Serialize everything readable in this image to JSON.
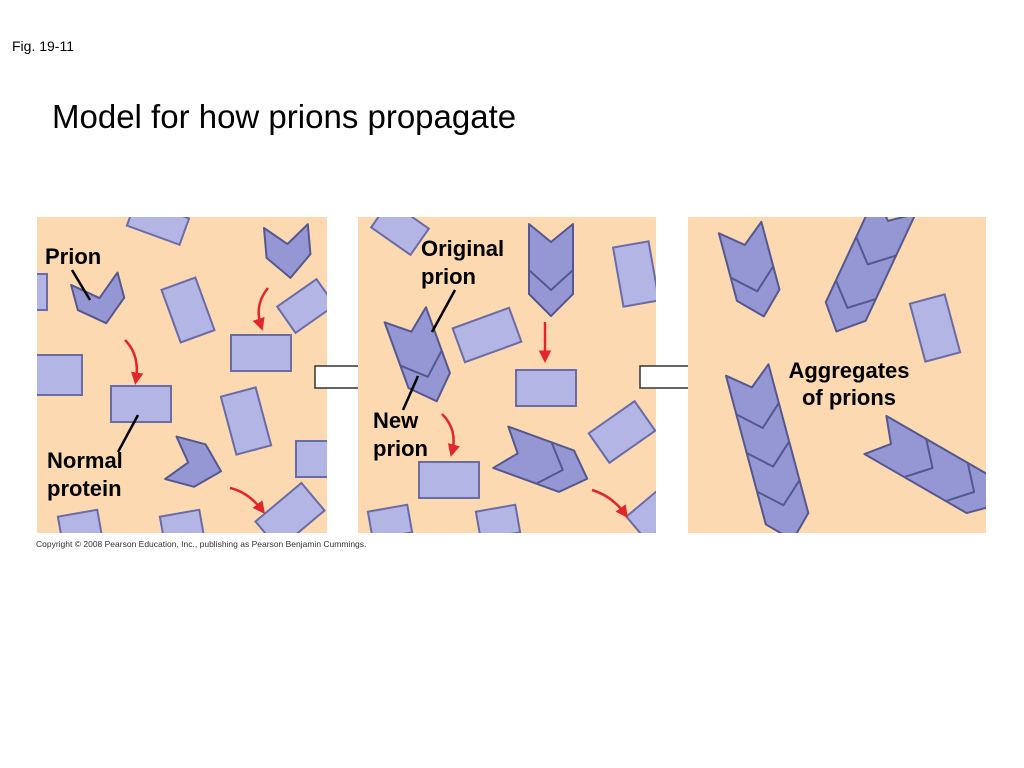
{
  "figure_label": "Fig. 19-11",
  "title": "Model for how prions propagate",
  "copyright": "Copyright © 2008 Pearson Education, Inc., publishing as Pearson Benjamin Cummings.",
  "labels": {
    "prion": "Prion",
    "normal_protein_line1": "Normal",
    "normal_protein_line2": "protein",
    "original_prion_line1": "Original",
    "original_prion_line2": "prion",
    "new_prion_line1": "New",
    "new_prion_line2": "prion",
    "aggregates_line1": "Aggregates",
    "aggregates_line2": "of prions"
  },
  "colors": {
    "panel_background": "#fcd9b1",
    "normal_protein_fill": "#b3b5e5",
    "prion_fill": "#9597d4",
    "conversion_arrow": "#e0262b",
    "step_arrow_fill": "#ffffff"
  },
  "panels": [
    {
      "name": "panel-1-initial"
    },
    {
      "name": "panel-2-conversion"
    },
    {
      "name": "panel-3-aggregates"
    }
  ]
}
